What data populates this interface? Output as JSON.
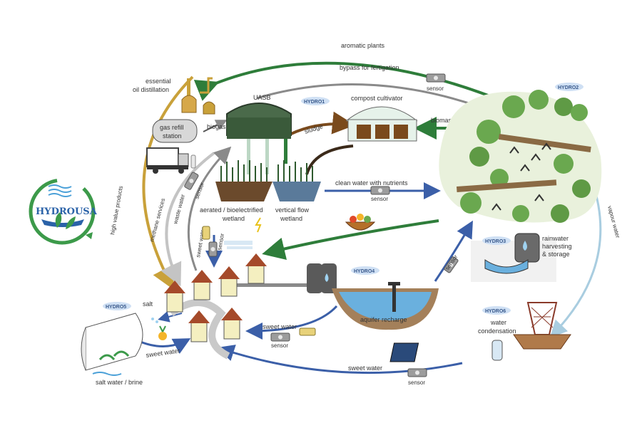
{
  "logo": {
    "text": "HYDROUSA"
  },
  "flows": {
    "aromatic_plants": "aromatic plants",
    "bypass_fertigation": "bypass for fertigation",
    "biomass": "biomass",
    "biogas": "biogas",
    "sludge": "sludge",
    "clean_water": "clean water with nutrients",
    "high_value": "high value products",
    "methane": "methane services",
    "waste_water": "waste water",
    "sweet_water_v": "sweet water",
    "sweet_water_mid": "sweet water",
    "sweet_water_bottom": "sweet water",
    "sweet_water_hydro5": "sweet water",
    "vapour_water": "vapour water",
    "salt": "salt"
  },
  "nodes": {
    "essential_oil_1": "essential",
    "essential_oil_2": "oil distillation",
    "gas_refill_1": "gas refill",
    "gas_refill_2": "station",
    "uasb": "UASB",
    "compost": "compost cultivator",
    "wetland_a1": "aerated / bioelectrified",
    "wetland_a2": "wetland",
    "wetland_b1": "vertical flow",
    "wetland_b2": "wetland",
    "rainwater_1": "rainwater",
    "rainwater_2": "harvesting",
    "rainwater_3": "& storage",
    "aquifer": "aquifer recharge",
    "water_cond_1": "water",
    "water_cond_2": "condensation",
    "salt_brine": "salt water / brine"
  },
  "tags": {
    "hydro1": "HYDRO1",
    "hydro2": "HYDRO2",
    "hydro3": "HYDRO3",
    "hydro4": "HYDRO4",
    "hydro5": "HYDRO5",
    "hydro6": "HYDRO6"
  },
  "sensor_label": "sensor"
}
